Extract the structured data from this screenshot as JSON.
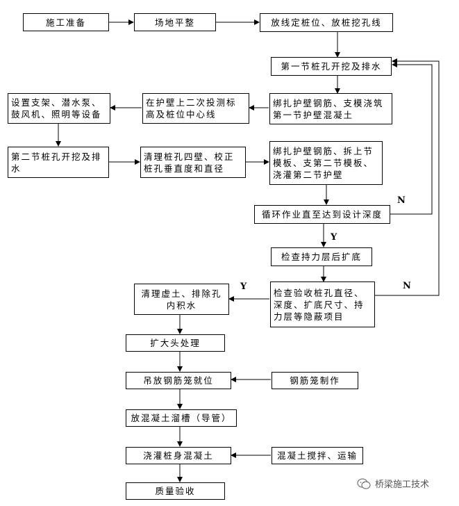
{
  "steps": {
    "s1": "施工准备",
    "s2": "场地平整",
    "s3": "放线定桩位、放桩挖孔线",
    "s4": "第一节桩孔开挖及排水",
    "s5": "绑扎护壁钢筋、支模浇筑第一节护壁混凝土",
    "s6": "在护壁上二次投测标高及桩位中心线",
    "s7": "设置支架、潜水泵、鼓风机、照明等设备",
    "s8": "第二节桩孔开挖及排水",
    "s9": "清理桩孔四壁、校正桩孔垂直度和直径",
    "s10": "绑扎护壁钢筋、拆上节模板、支第二节模板、浇灌第二节护壁",
    "s11": "循环作业直至达到设计深度",
    "s12": "检查持力层后扩底",
    "s13": "检查验收桩孔直径、深度、扩底尺寸、持力层等隐蔽项目",
    "s14": "清理虚土、排除孔内积水",
    "s15": "扩大头处理",
    "s16": "吊放钢筋笼就位",
    "s17": "钢筋笼制作",
    "s18": "放混凝土溜槽（导管）",
    "s19": "浇灌桩身混凝土",
    "s20": "混凝土搅拌、运输",
    "s21": "质量验收"
  },
  "labels": {
    "n1": "N",
    "y1": "Y",
    "y2": "Y",
    "n2": "N"
  },
  "watermark": {
    "icon": "wechat-icon",
    "text": "桥梁施工技术"
  }
}
